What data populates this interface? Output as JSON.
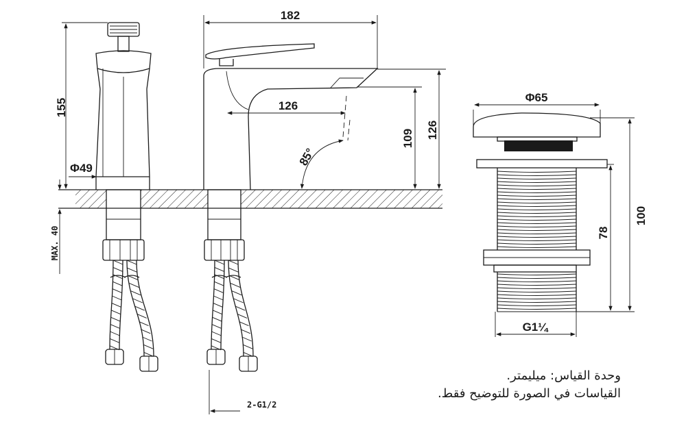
{
  "dimensions": {
    "height_side": "155",
    "diameter_body": "Φ49",
    "max_deck": "MAX. 40",
    "total_length": "182",
    "spout_reach": "126",
    "spout_height": "109",
    "total_height": "126",
    "swivel_angle": "85°",
    "connection": "2-G1/2",
    "drain_cap_diameter": "Φ65",
    "drain_total_height": "100",
    "drain_thread_length": "78",
    "drain_thread": "G1¼"
  },
  "notes": {
    "line1": "وحدة القياس: ميليمتر.",
    "line2": "القياسات في الصورة للتوضيح فقط."
  }
}
